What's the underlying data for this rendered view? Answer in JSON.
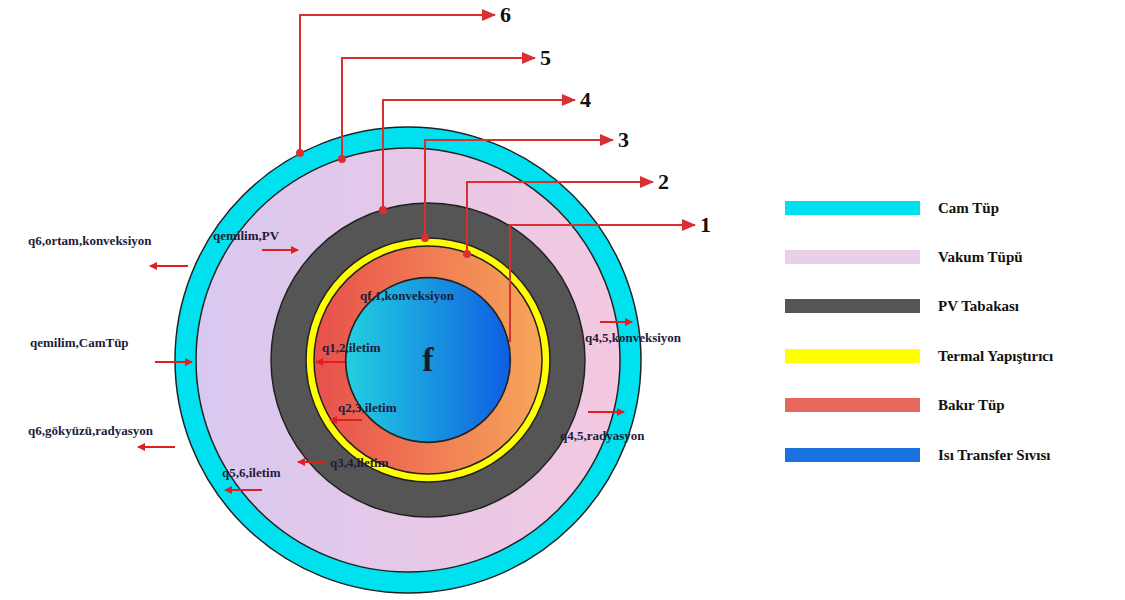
{
  "diagram": {
    "nodes": [
      {
        "text": [
          "f"
        ]
      }
    ],
    "labels": [
      "6",
      "5",
      "4",
      "3",
      "2",
      "1",
      "q6,ortam,konveksiyon",
      "qemilim,PV",
      "qf,1,konveksiyon",
      "q1,2,iletim",
      "q4,5,konveksiyon",
      "qemilim,CamTüp",
      "q2,3,iletim",
      "q4,5,radyasyon",
      "q6,gökyüzü,radyasyon",
      "q3,4,iletim",
      "q5,6,iletim"
    ],
    "legend": [
      {
        "text": "Cam Tüp",
        "color": "#00e1f0"
      },
      {
        "text": "Vakum Tüpü",
        "color": "#e8d0e8"
      },
      {
        "text": "PV Tabakası",
        "color": "#555555"
      },
      {
        "text": "Termal Yapıştırıcı",
        "color": "#ffff00"
      },
      {
        "text": "Bakır Tüp",
        "color": "#e5675e"
      },
      {
        "text": "Isı Transfer Sıvısı",
        "color": "#1b73e0"
      }
    ]
  }
}
